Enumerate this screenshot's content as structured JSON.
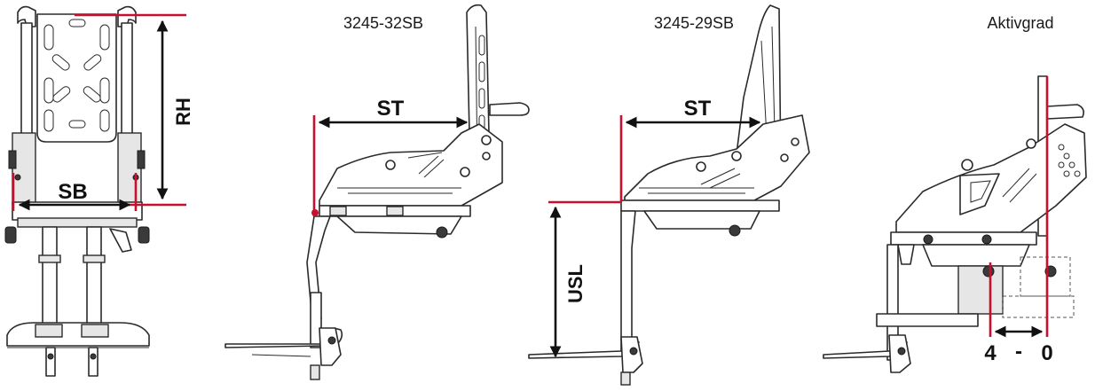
{
  "captions": {
    "view2": "3245-32SB",
    "view3": "3245-29SB",
    "view4": "Aktivgrad"
  },
  "dimensions": {
    "rh": "RH",
    "sb": "SB",
    "st_view2": "ST",
    "st_view3": "ST",
    "usl": "USL",
    "aktiv_left": "4",
    "aktiv_dash": "-",
    "aktiv_right": "0"
  },
  "colors": {
    "measure_line": "#c8102e",
    "drawing_line": "#2a2a2a"
  }
}
